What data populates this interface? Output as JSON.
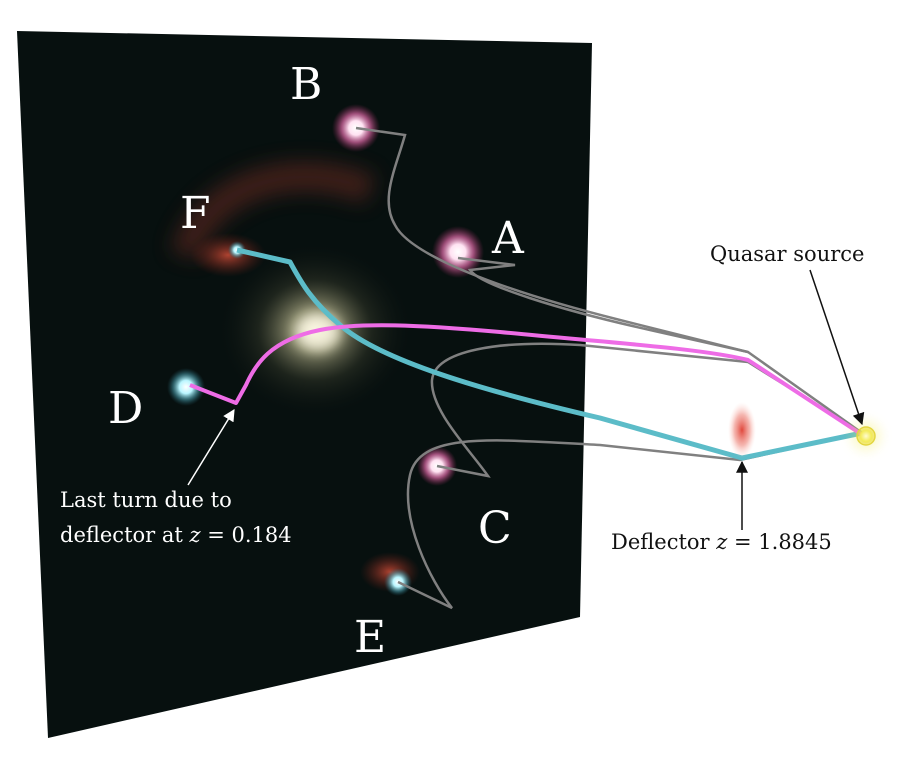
{
  "image_labels": [
    "A",
    "B",
    "C",
    "D",
    "E",
    "F"
  ],
  "annotations": {
    "last_turn_line1": "Last turn due to",
    "last_turn_line2_prefix": "deflector at ",
    "last_turn_z": "z",
    "last_turn_value": " = 0.184",
    "quasar_source": "Quasar source",
    "deflector_prefix": "Deflector ",
    "deflector_z": "z",
    "deflector_value": " = 1.8845"
  },
  "colors": {
    "sky_background": "#07100f",
    "magenta_ray": "#ee6ce6",
    "cyan_ray": "#5cbcc8",
    "gray_ray": "#808080",
    "quasar": "#f3ec5a",
    "deflector": "#e0473c"
  }
}
